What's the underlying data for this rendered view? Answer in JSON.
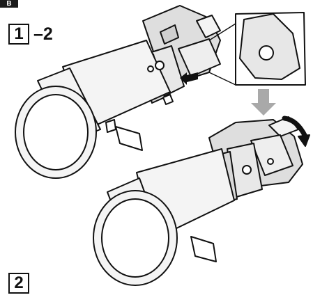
{
  "corner_tab": "B",
  "step_1": {
    "number": "1",
    "suffix": "–2"
  },
  "step_2": {
    "number": "2"
  },
  "colors": {
    "ink": "#111111",
    "lens_body": "#f4f4f4",
    "arrow_fill": "#a9a9a9",
    "camera_body": "#dedede"
  },
  "icons": [
    "down-arrow-icon",
    "rotate-arrow-icon",
    "small-arrow-icon"
  ]
}
